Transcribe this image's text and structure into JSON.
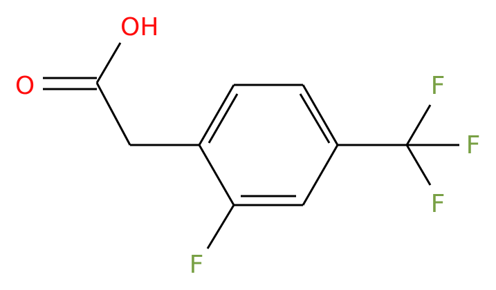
{
  "colors": {
    "bond": "#000000",
    "oxygen": "#ff0d0d",
    "fluorine": "#78a044",
    "background": "#ffffff"
  },
  "atoms": {
    "hydroxyl": {
      "label": "OH",
      "element": "O"
    },
    "carbonyl_oxygen": {
      "label": "O",
      "element": "O"
    },
    "ring_fluorine": {
      "label": "F",
      "element": "F"
    },
    "cf3_fluorine_top": {
      "label": "F",
      "element": "F"
    },
    "cf3_fluorine_right": {
      "label": "F",
      "element": "F"
    },
    "cf3_fluorine_bottom": {
      "label": "F",
      "element": "F"
    }
  }
}
